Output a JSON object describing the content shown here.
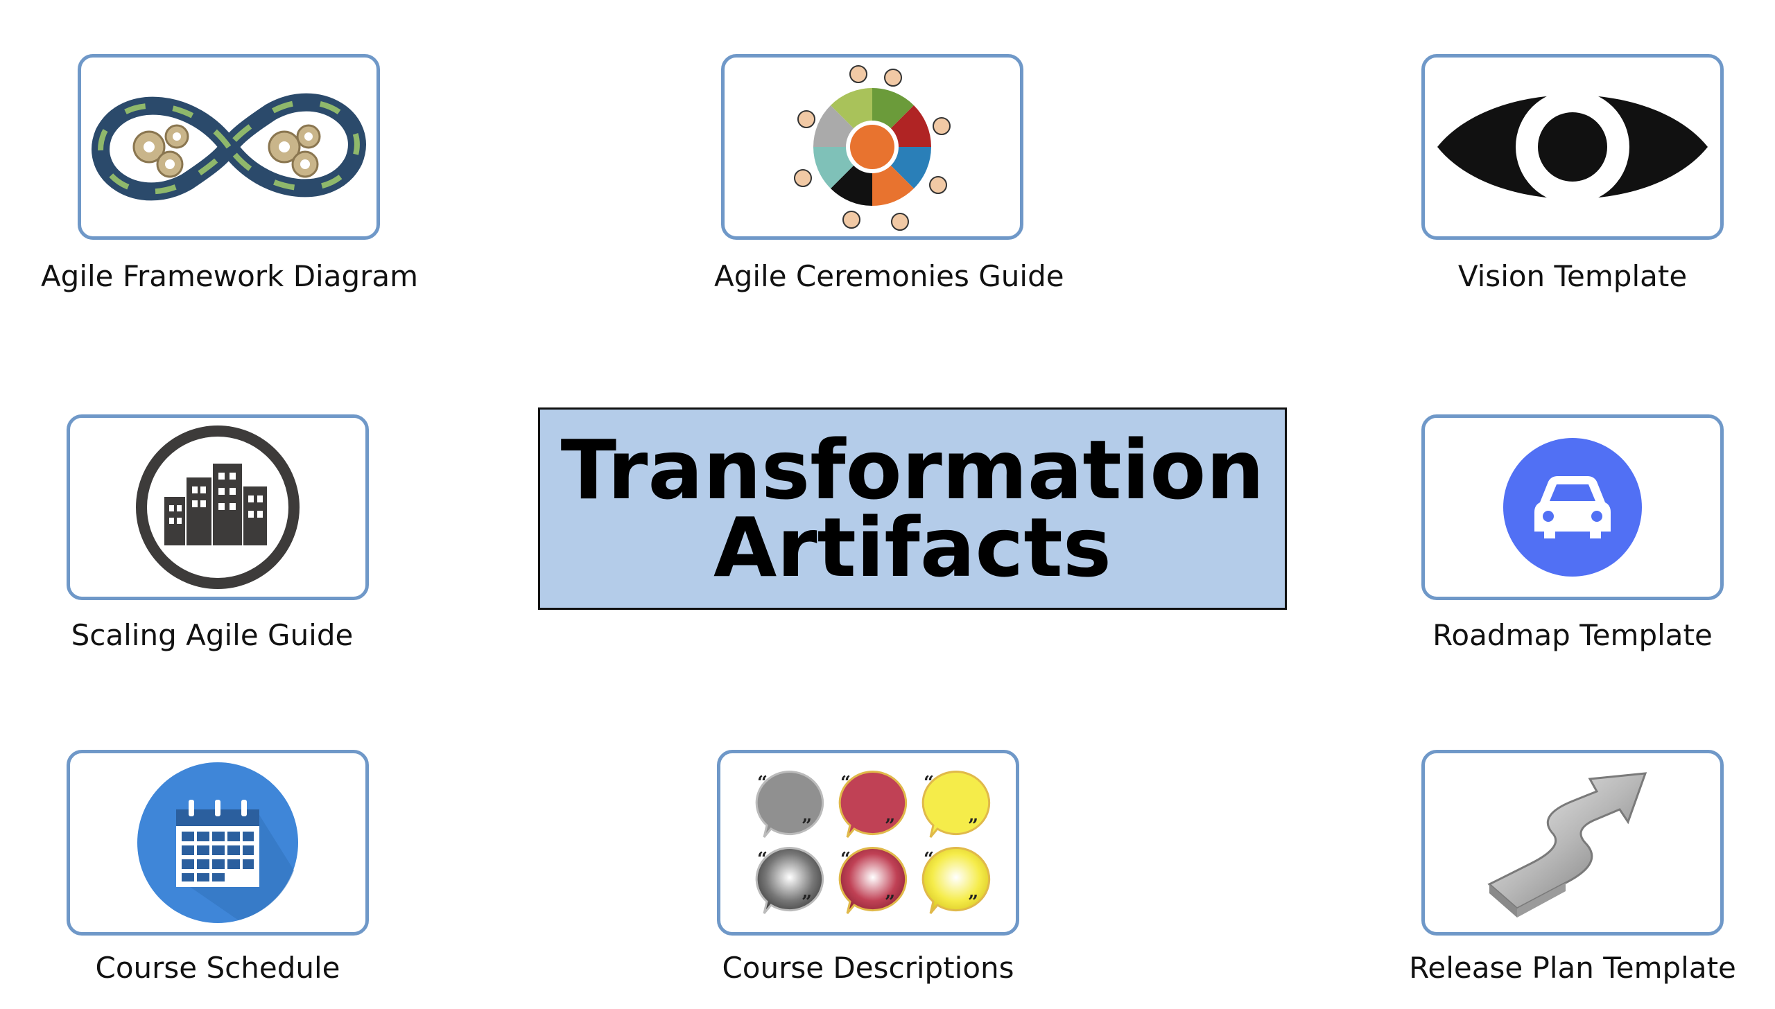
{
  "title": {
    "line1": "Transformation",
    "line2": "Artifacts"
  },
  "colors": {
    "tile_border": "#6f98c8",
    "title_bg": "#b4cce9",
    "roadmap_circle": "#5170f4",
    "calendar_circle": "#3f86d8"
  },
  "artifacts": [
    {
      "label": "Agile Framework Diagram",
      "icon": "infinity-gears-icon"
    },
    {
      "label": "Agile Ceremonies Guide",
      "icon": "team-circle-icon"
    },
    {
      "label": "Vision Template",
      "icon": "eye-icon"
    },
    {
      "label": "Scaling Agile Guide",
      "icon": "city-buildings-icon"
    },
    {
      "label": "Roadmap Template",
      "icon": "car-icon"
    },
    {
      "label": "Course Schedule",
      "icon": "calendar-icon"
    },
    {
      "label": "Course Descriptions",
      "icon": "speech-bubbles-icon"
    },
    {
      "label": "Release Plan Template",
      "icon": "curved-arrow-icon"
    }
  ]
}
